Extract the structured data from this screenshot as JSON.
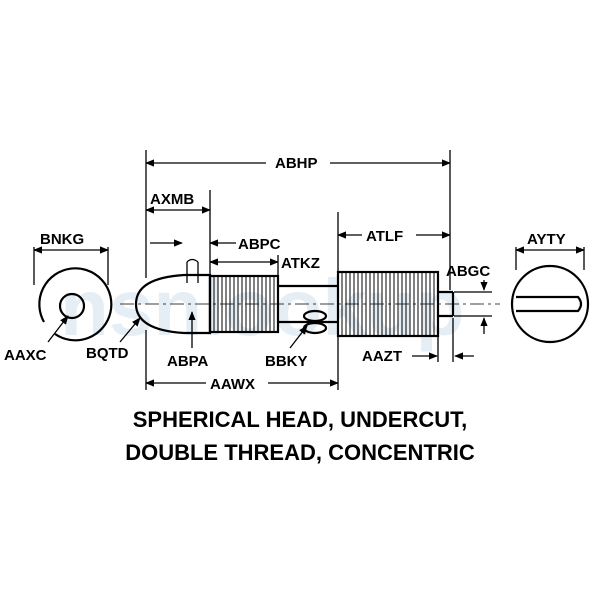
{
  "diagram": {
    "watermark": "nsnlookup",
    "labels": {
      "abhp": "ABHP",
      "axmb": "AXMB",
      "bnkg": "BNKG",
      "abpc": "ABPC",
      "atlf": "ATLF",
      "ayty": "AYTY",
      "atkz": "ATKZ",
      "abgc": "ABGC",
      "aaxc": "AAXC",
      "bqtd": "BQTD",
      "abpa": "ABPA",
      "bbky": "BBKY",
      "aazt": "AAZT",
      "aawx": "AAWX"
    },
    "caption": {
      "line1": "SPHERICAL HEAD, UNDERCUT,",
      "line2": "DOUBLE THREAD, CONCENTRIC"
    }
  }
}
